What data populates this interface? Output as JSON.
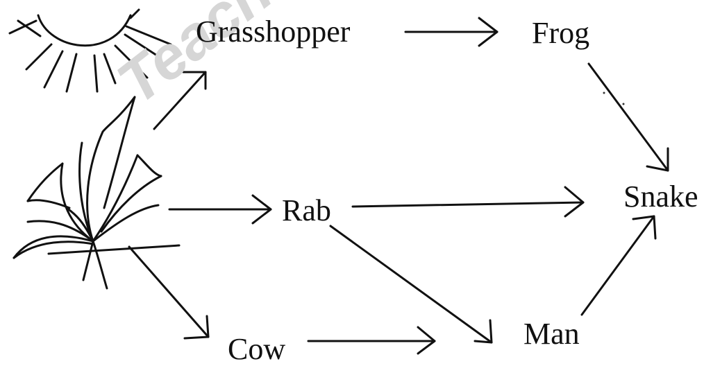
{
  "watermark": {
    "text": "Teach"
  },
  "nodes": {
    "grasshopper": "Grasshopper",
    "frog": "Frog",
    "snake": "Snake",
    "rab": "Rab",
    "man": "Man",
    "cow": "Cow"
  },
  "icons": {
    "sun": "sun-icon",
    "grass": "grass-plant-icon"
  },
  "edges": [
    {
      "from": "grass",
      "to": "grasshopper"
    },
    {
      "from": "grasshopper",
      "to": "frog"
    },
    {
      "from": "frog",
      "to": "snake"
    },
    {
      "from": "grass",
      "to": "rab"
    },
    {
      "from": "rab",
      "to": "snake"
    },
    {
      "from": "rab",
      "to": "man"
    },
    {
      "from": "grass",
      "to": "cow"
    },
    {
      "from": "cow",
      "to": "man"
    },
    {
      "from": "man",
      "to": "snake"
    }
  ],
  "colors": {
    "ink": "#111111",
    "watermark": "#d6d6d6"
  }
}
